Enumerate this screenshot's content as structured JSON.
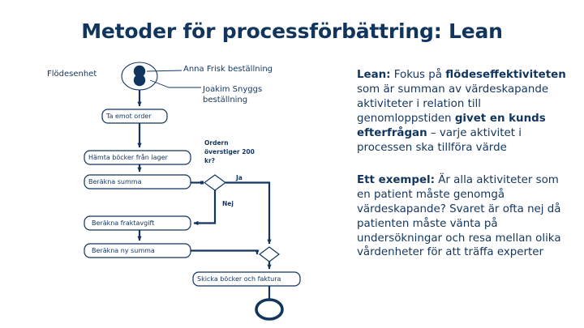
{
  "slide": {
    "title": "Metoder för processförbättring: Lean",
    "accent_color": "#12355e",
    "background_color": "#ffffff"
  },
  "flowchart": {
    "annotations": {
      "flow_unit_label": "Flödesenhet",
      "callout_1": "Anna Frisk beställning",
      "callout_2": "Joakim Snyggs beställning",
      "decision_question": "Ordern överstiger 200 kr?",
      "branch_yes": "Ja",
      "branch_no": "Nej"
    },
    "nodes": [
      {
        "id": "start",
        "type": "start-node",
        "label": ""
      },
      {
        "id": "ta-emot",
        "type": "activity",
        "label": "Ta emot order"
      },
      {
        "id": "hamta",
        "type": "activity",
        "label": "Hämta böcker från lager"
      },
      {
        "id": "berakna-s",
        "type": "activity",
        "label": "Beräkna summa"
      },
      {
        "id": "decision-1",
        "type": "decision",
        "label": ""
      },
      {
        "id": "berakna-f",
        "type": "activity",
        "label": "Beräkna fraktavgift"
      },
      {
        "id": "berakna-ny",
        "type": "activity",
        "label": "Beräkna ny summa"
      },
      {
        "id": "merge",
        "type": "decision",
        "label": ""
      },
      {
        "id": "skicka",
        "type": "activity",
        "label": "Skicka böcker och faktura"
      },
      {
        "id": "end",
        "type": "end-node",
        "label": ""
      }
    ]
  },
  "content": {
    "paragraph_lean": {
      "segments": [
        {
          "text": "Lean:",
          "bold": true
        },
        {
          "text": " Fokus på ",
          "bold": false
        },
        {
          "text": "flödeseffektiviteten",
          "bold": true
        },
        {
          "text": " som är summan av värdeskapande aktiviteter i relation till genomloppstiden ",
          "bold": false
        },
        {
          "text": "givet en kunds efterfrågan",
          "bold": true
        },
        {
          "text": " – varje aktivitet i processen ska tillföra värde",
          "bold": false
        }
      ]
    },
    "paragraph_exempel": {
      "segments": [
        {
          "text": "Ett exempel:",
          "bold": true
        },
        {
          "text": " Är alla aktiviteter som en patient måste genomgå värdeskapande? Svaret är ofta nej då patienten måste vänta på undersökningar och resa mellan olika vårdenheter för att träffa experter",
          "bold": false
        }
      ]
    }
  }
}
